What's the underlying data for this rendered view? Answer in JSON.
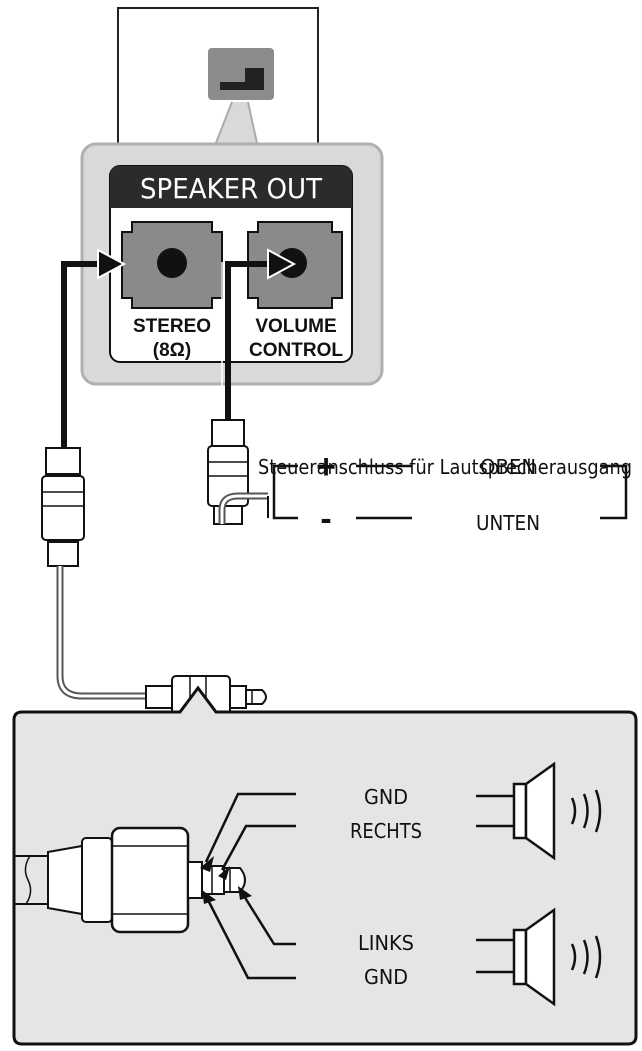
{
  "panel": {
    "header": "SPEAKER OUT",
    "jack_left_line1": "STEREO",
    "jack_left_line2": "(8Ω)",
    "jack_right_line1": "VOLUME",
    "jack_right_line2": "CONTROL"
  },
  "volume_control": {
    "title": "Steueranschluss für Lautsprecherausgang",
    "plus_sign": "+",
    "minus_sign": "-",
    "up_label": "OBEN",
    "down_label": "UNTEN"
  },
  "plug_detail": {
    "top_gnd": "GND",
    "right_label": "RECHTS",
    "left_label": "LINKS",
    "bottom_gnd": "GND"
  }
}
